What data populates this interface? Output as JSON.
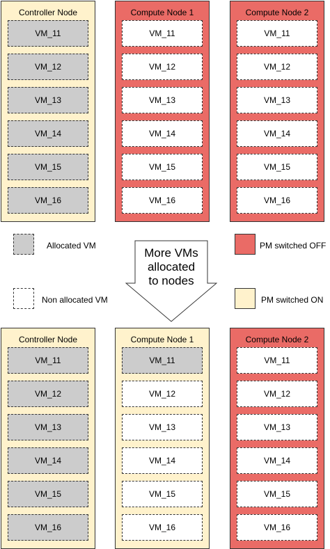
{
  "top_row": [
    {
      "title": "Controller Node",
      "state": "on",
      "vms": [
        {
          "label": "VM_11",
          "allocated": true
        },
        {
          "label": "VM_12",
          "allocated": true
        },
        {
          "label": "VM_13",
          "allocated": true
        },
        {
          "label": "VM_14",
          "allocated": true
        },
        {
          "label": "VM_15",
          "allocated": true
        },
        {
          "label": "VM_16",
          "allocated": true
        }
      ]
    },
    {
      "title": "Compute Node 1",
      "state": "off",
      "vms": [
        {
          "label": "VM_11",
          "allocated": false
        },
        {
          "label": "VM_12",
          "allocated": false
        },
        {
          "label": "VM_13",
          "allocated": false
        },
        {
          "label": "VM_14",
          "allocated": false
        },
        {
          "label": "VM_15",
          "allocated": false
        },
        {
          "label": "VM_16",
          "allocated": false
        }
      ]
    },
    {
      "title": "Compute Node 2",
      "state": "off",
      "vms": [
        {
          "label": "VM_11",
          "allocated": false
        },
        {
          "label": "VM_12",
          "allocated": false
        },
        {
          "label": "VM_13",
          "allocated": false
        },
        {
          "label": "VM_14",
          "allocated": false
        },
        {
          "label": "VM_15",
          "allocated": false
        },
        {
          "label": "VM_16",
          "allocated": false
        }
      ]
    }
  ],
  "bottom_row": [
    {
      "title": "Controller Node",
      "state": "on",
      "vms": [
        {
          "label": "VM_11",
          "allocated": true
        },
        {
          "label": "VM_12",
          "allocated": true
        },
        {
          "label": "VM_13",
          "allocated": true
        },
        {
          "label": "VM_14",
          "allocated": true
        },
        {
          "label": "VM_15",
          "allocated": true
        },
        {
          "label": "VM_16",
          "allocated": true
        }
      ]
    },
    {
      "title": "Compute Node 1",
      "state": "on",
      "vms": [
        {
          "label": "VM_11",
          "allocated": true
        },
        {
          "label": "VM_12",
          "allocated": false
        },
        {
          "label": "VM_13",
          "allocated": false
        },
        {
          "label": "VM_14",
          "allocated": false
        },
        {
          "label": "VM_15",
          "allocated": false
        },
        {
          "label": "VM_16",
          "allocated": false
        }
      ]
    },
    {
      "title": "Compute Node 2",
      "state": "off",
      "vms": [
        {
          "label": "VM_11",
          "allocated": false
        },
        {
          "label": "VM_12",
          "allocated": false
        },
        {
          "label": "VM_13",
          "allocated": false
        },
        {
          "label": "VM_14",
          "allocated": false
        },
        {
          "label": "VM_15",
          "allocated": false
        },
        {
          "label": "VM_16",
          "allocated": false
        }
      ]
    }
  ],
  "legend": {
    "allocated": "Allocated VM",
    "non_allocated": "Non allocated VM",
    "pm_off": "PM switched OFF",
    "pm_on": "PM switched ON"
  },
  "arrow": {
    "lines": [
      "More VMs",
      "allocated",
      "to nodes"
    ]
  },
  "colors": {
    "pm_on": "#fff2cc",
    "pm_off": "#ea6b66",
    "allocated": "#cccccc",
    "non_allocated": "#ffffff"
  }
}
